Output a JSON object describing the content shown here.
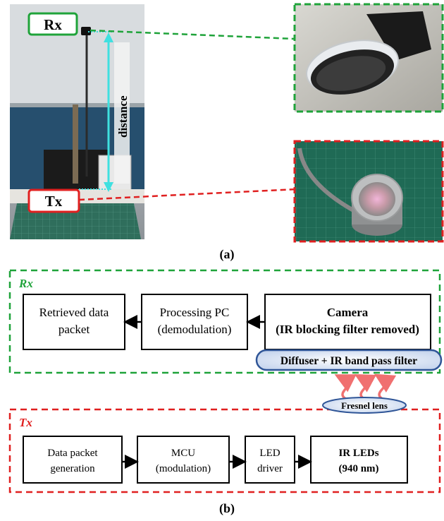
{
  "photo": {
    "rx_label": "Rx",
    "tx_label": "Tx",
    "distance_label": "distance",
    "caption": "(a)"
  },
  "diagram": {
    "rx_section": "Rx",
    "tx_section": "Tx",
    "caption": "(b)",
    "rx_blocks": {
      "retrieved": [
        "Retrieved data",
        "packet"
      ],
      "processing": [
        "Processing PC",
        "(demodulation)"
      ],
      "camera": [
        "Camera",
        "(IR blocking filter removed)"
      ],
      "diffuser": "Diffuser + IR band pass filter"
    },
    "tx_blocks": {
      "data_packet": [
        "Data packet",
        "generation"
      ],
      "mcu": [
        "MCU",
        "(modulation)"
      ],
      "led_driver": [
        "LED",
        "driver"
      ],
      "ir_leds": [
        "IR LEDs",
        "(940 nm)"
      ],
      "fresnel": "Fresnel lens"
    }
  },
  "colors": {
    "rx_green": "#1fa33a",
    "tx_red": "#e02020",
    "arrow_cyan": "#3fe0e0",
    "ray_pink": "#f07070",
    "pill_fill": "#d8e2f2",
    "pill_stroke": "#2f5597"
  }
}
